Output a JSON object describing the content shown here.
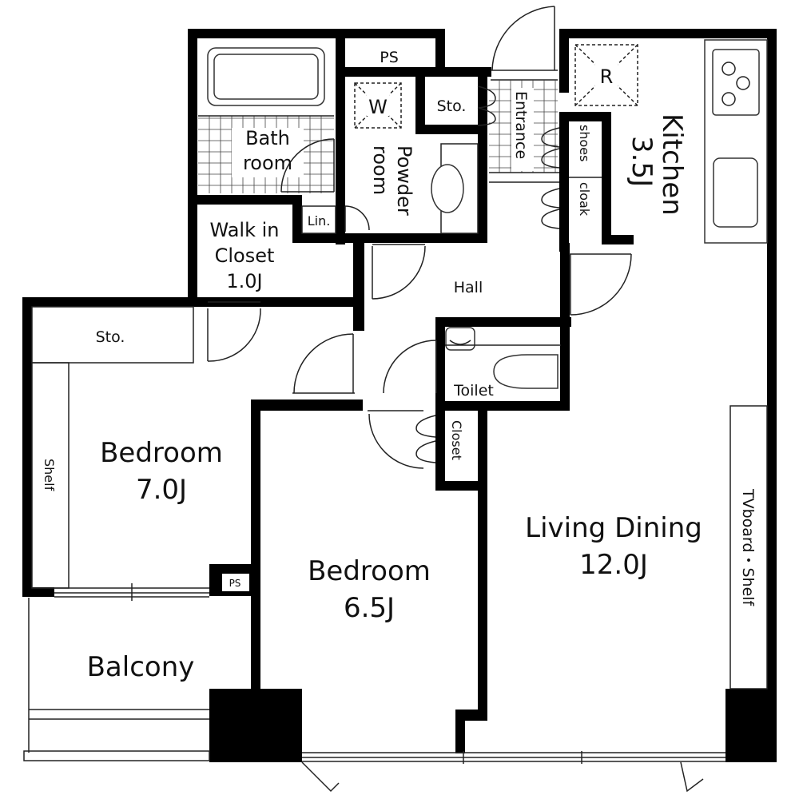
{
  "rooms": {
    "ps_top": "PS",
    "washer": "W",
    "storage_entry": "Sto.",
    "entrance": "Entrance",
    "fridge": "R",
    "kitchen": "Kitchen",
    "kitchen_size": "3.5J",
    "bath_line1": "Bath",
    "bath_line2": "room",
    "powder_line1": "Powder",
    "powder_line2": "room",
    "shoes": "shoes",
    "cloak": "cloak",
    "linen": "Lin.",
    "walkin_line1": "Walk in",
    "walkin_line2": "Closet",
    "walkin_size": "1.0J",
    "hall": "Hall",
    "storage_bed": "Sto.",
    "toilet": "Toilet",
    "shelf": "Shelf",
    "closet": "Closet",
    "bedroom1": "Bedroom",
    "bedroom1_size": "7.0J",
    "bedroom2": "Bedroom",
    "bedroom2_size": "6.5J",
    "living": "Living Dining",
    "living_size": "12.0J",
    "tvboard": "TVboard・Shelf",
    "ps_small": "PS",
    "balcony": "Balcony"
  }
}
